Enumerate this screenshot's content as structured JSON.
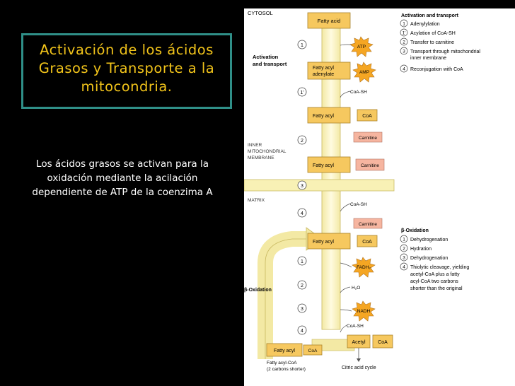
{
  "slide": {
    "title_lines": [
      "Activación de los ácidos",
      "Grasos y Transporte a la",
      "mitocondria."
    ],
    "body_lines": [
      "Los ácidos grasos se activan para la",
      "oxidación mediante la acilación",
      "dependiente de ATP de la coenzima A"
    ]
  },
  "figure": {
    "cytosol": "CYTOSOL",
    "activation_label_1": "Activation",
    "activation_label_2": "and transport",
    "inner_membrane_1": "INNER",
    "inner_membrane_2": "MITOCHONDRIAL",
    "inner_membrane_3": "MEMBRANE",
    "matrix": "MATRIX",
    "beta_ox_side": "β-Oxidation",
    "boxes": {
      "fatty_acid": "Fatty acid",
      "fatty_acyl_adenylate_1": "Fatty acyl",
      "fatty_acyl_adenylate_2": "adenylate",
      "fatty_acyl": "Fatty acyl",
      "coa": "CoA",
      "carnitine": "Carnitine",
      "acetyl": "Acetyl"
    },
    "molecules": {
      "atp": "ATP",
      "amp": "AMP",
      "coash": "CoA-SH",
      "fadh2": "FADH₂",
      "h2o": "H₂O",
      "nadh": "NADH",
      "fatty_acyl_coa_1": "Fatty acyl-CoA",
      "fatty_acyl_coa_2": "(2 carbons shorter)",
      "citric_acid_cycle": "Citric acid cycle"
    },
    "steps": [
      "1",
      "1'",
      "2",
      "3",
      "4"
    ],
    "legend_activation": {
      "heading": "Activation and transport",
      "items": [
        {
          "num": "1",
          "text": "Adenylylation"
        },
        {
          "num": "1'",
          "text": "Acylation of CoA-SH"
        },
        {
          "num": "2",
          "text": "Transfer to carnitine"
        },
        {
          "num": "3",
          "text": "Transport through mitochondrial"
        },
        {
          "num": "",
          "text": "inner membrane"
        },
        {
          "num": "4",
          "text": "Reconjugation with CoA"
        }
      ]
    },
    "legend_beta": {
      "heading": "β-Oxidation",
      "items": [
        {
          "num": "1",
          "text": "Dehydrogenation"
        },
        {
          "num": "2",
          "text": "Hydration"
        },
        {
          "num": "3",
          "text": "Dehydrogenation"
        },
        {
          "num": "4",
          "text": "Thiolytic cleavage, yielding"
        },
        {
          "num": "",
          "text": "acetyl-CoA plus a fatty"
        },
        {
          "num": "",
          "text": "acyl-CoA two carbons"
        },
        {
          "num": "",
          "text": "shorter than the original"
        }
      ]
    },
    "colors": {
      "box": "#f6c85f",
      "arrow": "#f7eda0",
      "star": "#f5a623",
      "membrane": "#f8f1b5",
      "background": "#000000"
    }
  }
}
